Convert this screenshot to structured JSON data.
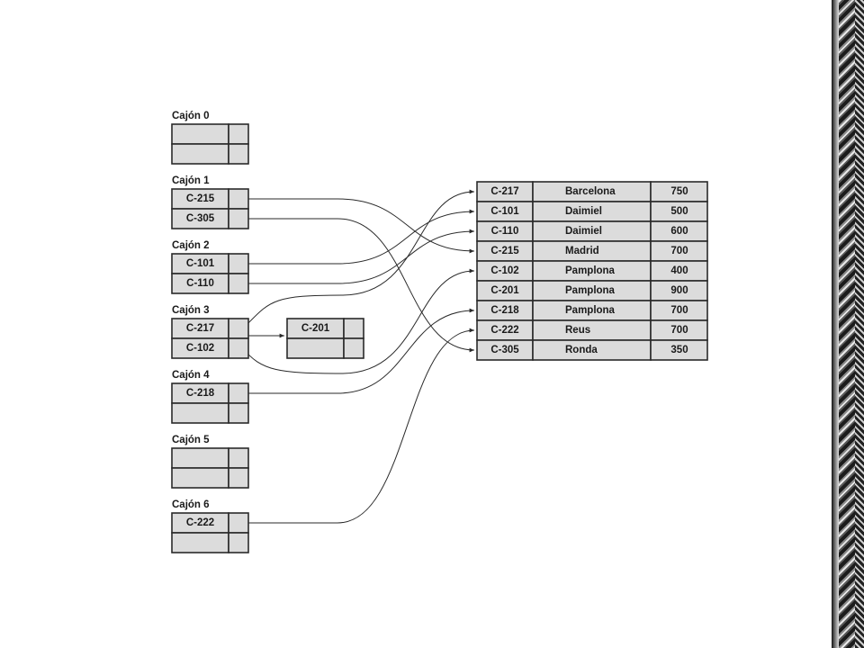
{
  "buckets": [
    {
      "label": "Cajón 0",
      "entries": [
        "",
        ""
      ]
    },
    {
      "label": "Cajón 1",
      "entries": [
        "C-215",
        "C-305"
      ]
    },
    {
      "label": "Cajón 2",
      "entries": [
        "C-101",
        "C-110"
      ]
    },
    {
      "label": "Cajón 3",
      "entries": [
        "C-217",
        "C-102"
      ],
      "overflow": [
        "C-201",
        ""
      ]
    },
    {
      "label": "Cajón 4",
      "entries": [
        "C-218",
        ""
      ]
    },
    {
      "label": "Cajón 5",
      "entries": [
        "",
        ""
      ]
    },
    {
      "label": "Cajón 6",
      "entries": [
        "C-222",
        ""
      ]
    }
  ],
  "records": [
    {
      "id": "C-217",
      "branch": "Barcelona",
      "amount": "750"
    },
    {
      "id": "C-101",
      "branch": "Daimiel",
      "amount": "500"
    },
    {
      "id": "C-110",
      "branch": "Daimiel",
      "amount": "600"
    },
    {
      "id": "C-215",
      "branch": "Madrid",
      "amount": "700"
    },
    {
      "id": "C-102",
      "branch": "Pamplona",
      "amount": "400"
    },
    {
      "id": "C-201",
      "branch": "Pamplona",
      "amount": "900"
    },
    {
      "id": "C-218",
      "branch": "Pamplona",
      "amount": "700"
    },
    {
      "id": "C-222",
      "branch": "Reus",
      "amount": "700"
    },
    {
      "id": "C-305",
      "branch": "Ronda",
      "amount": "350"
    }
  ],
  "colors": {
    "cell_fill": "#dcdcdc",
    "stroke": "#2a2a2a",
    "text": "#1a1a1a"
  }
}
